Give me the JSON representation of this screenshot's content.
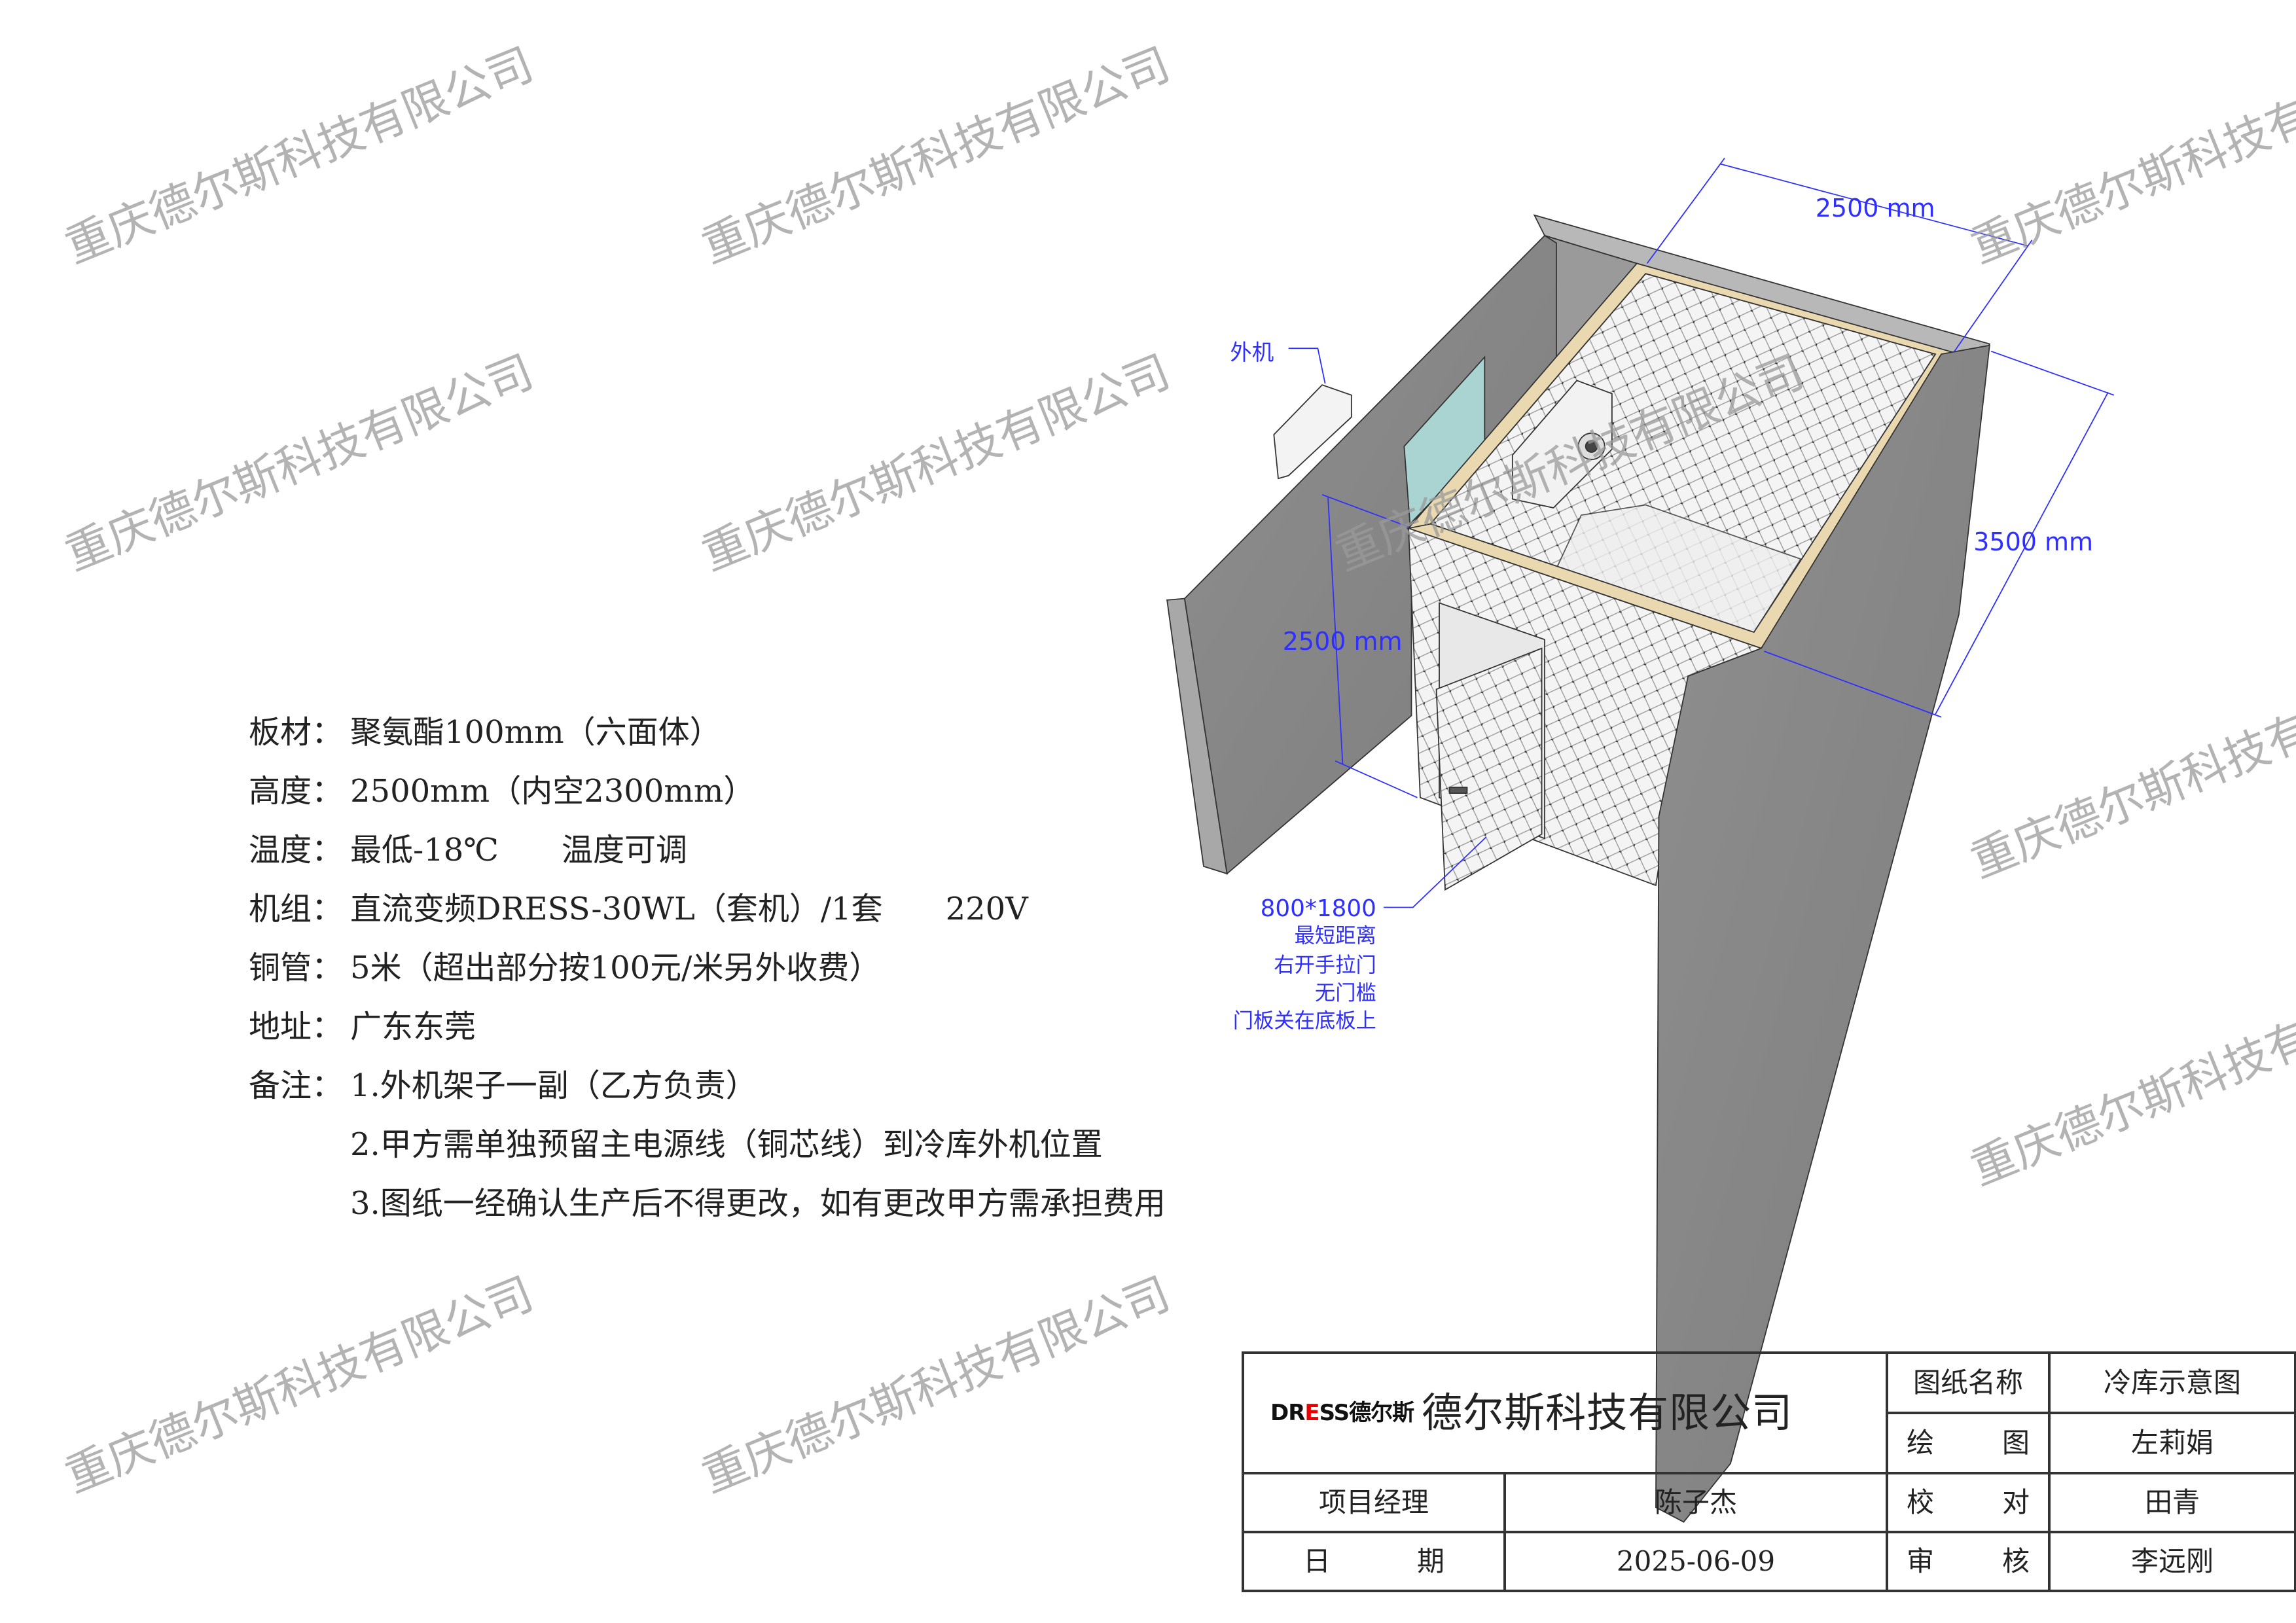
{
  "watermark": "重庆德尔斯科技有限公司",
  "colors": {
    "dimension": "#2f2fff",
    "concrete": "#8c8c8c",
    "rim": "#ead9b0",
    "glass": "#a9d4d2"
  },
  "drawing": {
    "outdoor_unit_label": "外机",
    "width_dim": "2500 mm",
    "depth_dim": "3500 mm",
    "height_dim": "2500 mm",
    "door_notes": [
      "800*1800",
      "最短距离",
      "右开手拉门",
      "无门槛",
      "门板关在底板上"
    ]
  },
  "notes": [
    {
      "label": "板材：",
      "value": "聚氨酯100mm（六面体）"
    },
    {
      "label": "高度：",
      "value": "2500mm（内空2300mm）"
    },
    {
      "label": "温度：",
      "value": "最低-18℃　　温度可调"
    },
    {
      "label": "机组：",
      "value": "直流变频DRESS-30WL（套机）/1套　　220V"
    },
    {
      "label": "铜管：",
      "value": "5米（超出部分按100元/米另外收费）"
    },
    {
      "label": "地址：",
      "value": "广东东莞"
    },
    {
      "label": "备注：",
      "value": "1.外机架子一副（乙方负责）"
    }
  ],
  "remarks_more": [
    "2.甲方需单独预留主电源线（铜芯线）到冷库外机位置",
    "3.图纸一经确认生产后不得更改，如有更改甲方需承担费用"
  ],
  "title_block": {
    "logo_text": "DRESS德尔斯",
    "company": "德尔斯科技有限公司",
    "drawing_name_label": "图纸名称",
    "drawing_name": "冷库示意图",
    "drawn_label": [
      "绘",
      "图"
    ],
    "drawn_by": "左莉娟",
    "pm_label": "项目经理",
    "pm": "陈子杰",
    "check_label": [
      "校",
      "对"
    ],
    "checked_by": "田青",
    "date_label": [
      "日",
      "期"
    ],
    "date": "2025-06-09",
    "review_label": [
      "审",
      "核"
    ],
    "reviewed_by": "李远刚"
  }
}
